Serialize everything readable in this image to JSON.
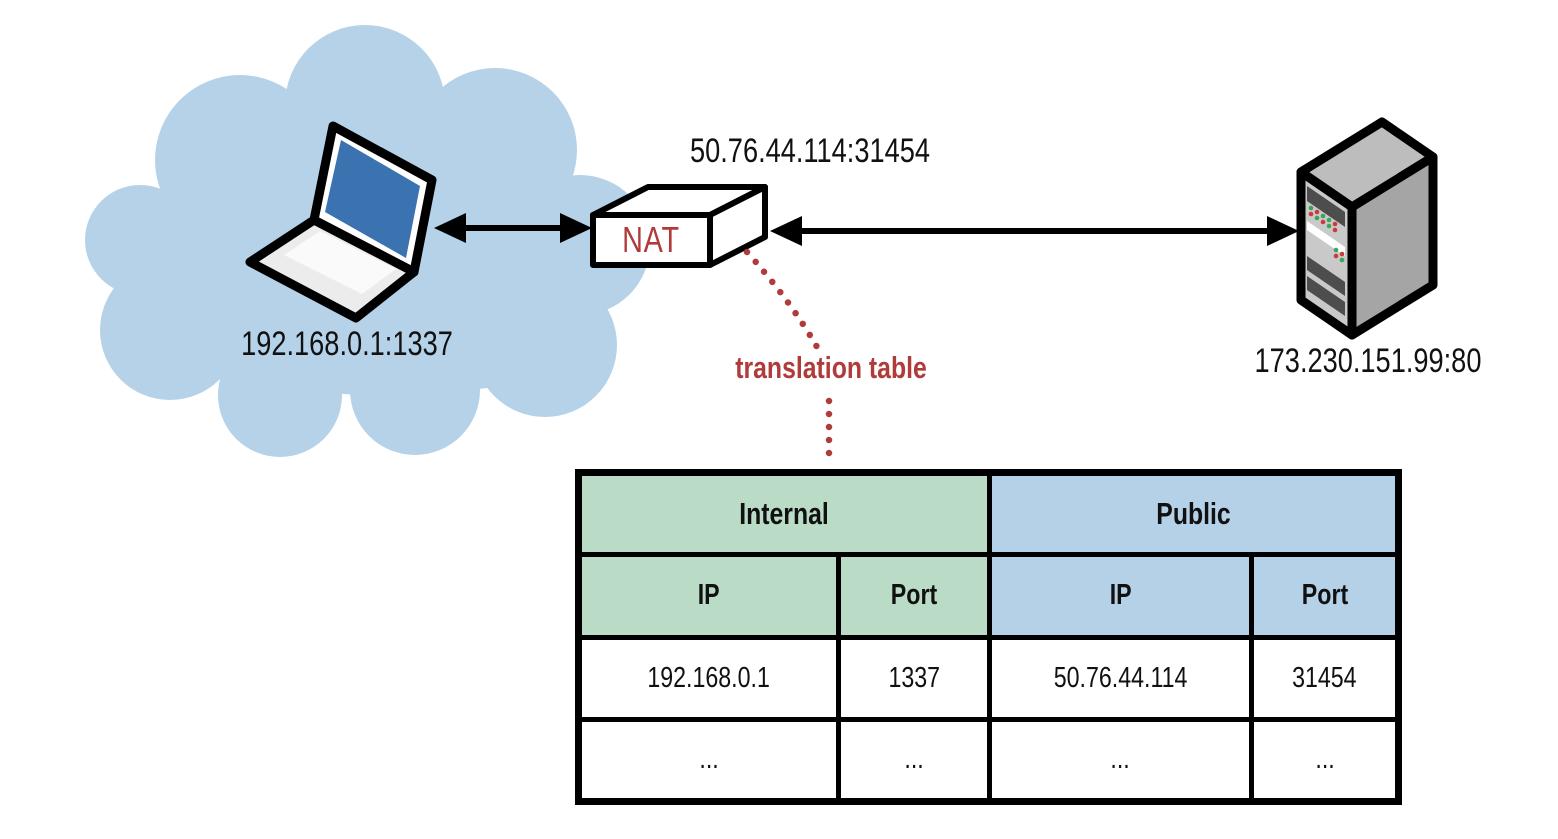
{
  "diagram": {
    "client": {
      "address": "192.168.0.1:1337"
    },
    "nat": {
      "label": "NAT",
      "public_address": "50.76.44.114:31454"
    },
    "server": {
      "address": "173.230.151.99:80"
    },
    "connector": {
      "label": "translation table"
    }
  },
  "table": {
    "groups": [
      {
        "label": "Internal"
      },
      {
        "label": "Public"
      }
    ],
    "columns": [
      "IP",
      "Port",
      "IP",
      "Port"
    ],
    "rows": [
      [
        "192.168.0.1",
        "1337",
        "50.76.44.114",
        "31454"
      ],
      [
        "...",
        "...",
        "...",
        "..."
      ]
    ]
  },
  "icons": {
    "cloud": "private-network-cloud-icon",
    "laptop": "laptop-icon",
    "nat_box": "nat-router-icon",
    "server": "server-icon",
    "arrow_left": "client-nat-arrow-icon",
    "arrow_right": "nat-server-arrow-icon",
    "connector": "translation-table-connector-icon"
  },
  "colors": {
    "cloud_blue": "#B6D2E8",
    "table_internal_green": "#BADCC7",
    "table_public_blue": "#B5D1E8",
    "accent_red": "#B03B3B",
    "laptop_screen_blue": "#3B72B0",
    "server_gray": "#C9C9C9"
  }
}
